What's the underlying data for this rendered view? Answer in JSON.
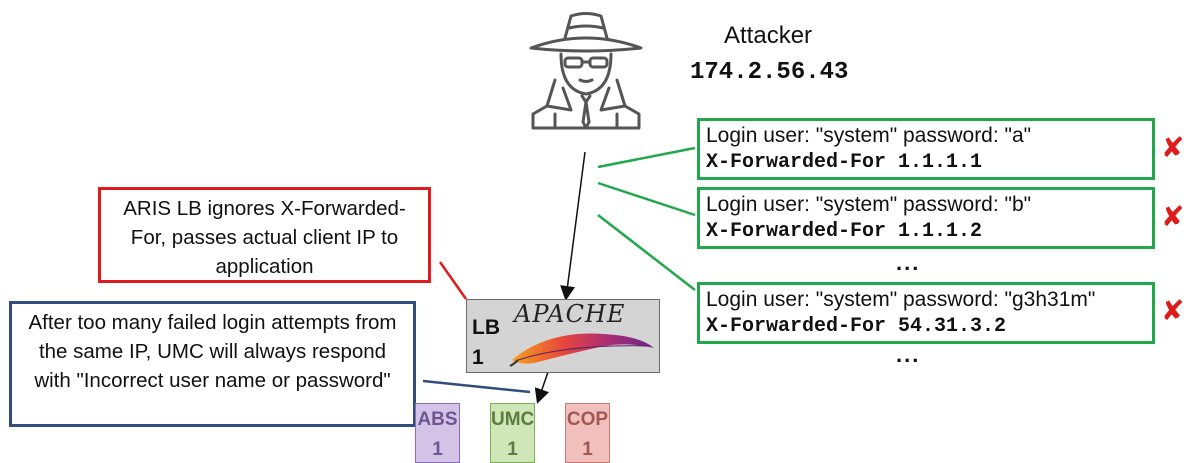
{
  "attacker": {
    "name": "Attacker",
    "ip": "174.2.56.43",
    "icon": "spy-icon"
  },
  "requests": [
    {
      "login": "Login user: \"system\" password: \"a\"",
      "xff": "X-Forwarded-For 1.1.1.1",
      "result": "✘",
      "result_color": "#e01b1b"
    },
    {
      "login": "Login user: \"system\" password: \"b\"",
      "xff": "X-Forwarded-For 1.1.1.2",
      "result": "✘",
      "result_color": "#e01b1b"
    },
    {
      "login": "Login user: \"system\" password: \"g3h31m\"",
      "xff": "X-Forwarded-For 54.31.3.2",
      "result": "✘",
      "result_color": "#e01b1b"
    }
  ],
  "ellipsis": "...",
  "notes": {
    "lb_note": "ARIS LB ignores X-Forwarded-For, passes actual client IP to application",
    "umc_note": "After too many failed login attempts from the same IP, UMC will always respond with \"Incorrect user name or password\""
  },
  "load_balancer": {
    "label_line1": "LB",
    "label_line2": "1",
    "logo_text": "APACHE",
    "logo_icon": "apache-feather-icon"
  },
  "apps": [
    {
      "name": "ABS",
      "num": "1"
    },
    {
      "name": "UMC",
      "num": "1"
    },
    {
      "name": "COP",
      "num": "1"
    }
  ],
  "colors": {
    "request_border": "#22a84a",
    "lb_note_border": "#e01b1b",
    "umc_note_border": "#2f4e7e",
    "fail_mark": "#e01b1b"
  }
}
